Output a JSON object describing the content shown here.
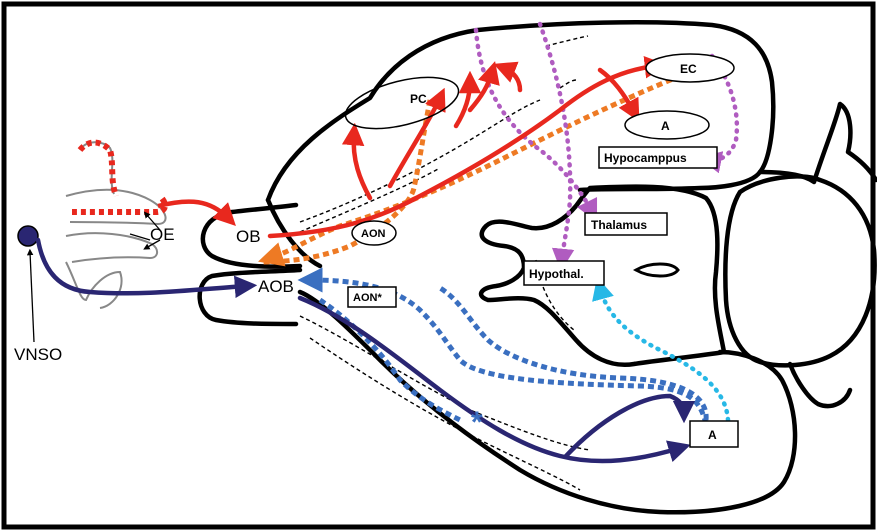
{
  "labels": {
    "oe": "OE",
    "ob": "OB",
    "aob": "AOB",
    "vnso": "VNSO",
    "pc": "PC",
    "ec": "EC",
    "a_upper": "A",
    "hippocampus": "Hypocamppus",
    "aon": "AON",
    "aon_star": "AON*",
    "thalamus": "Thalamus",
    "hypothal": "Hypothal.",
    "a_lower": "A",
    "star_red": "*",
    "star_blue": "*"
  },
  "colors": {
    "main_olfactory": "#e8281e",
    "accessory": "#2a2672",
    "orange_feedback": "#ee7a24",
    "blue_feedback": "#3a6fc0",
    "cyan": "#27b8e6",
    "purple": "#b05cc0",
    "outline": "#000000"
  }
}
